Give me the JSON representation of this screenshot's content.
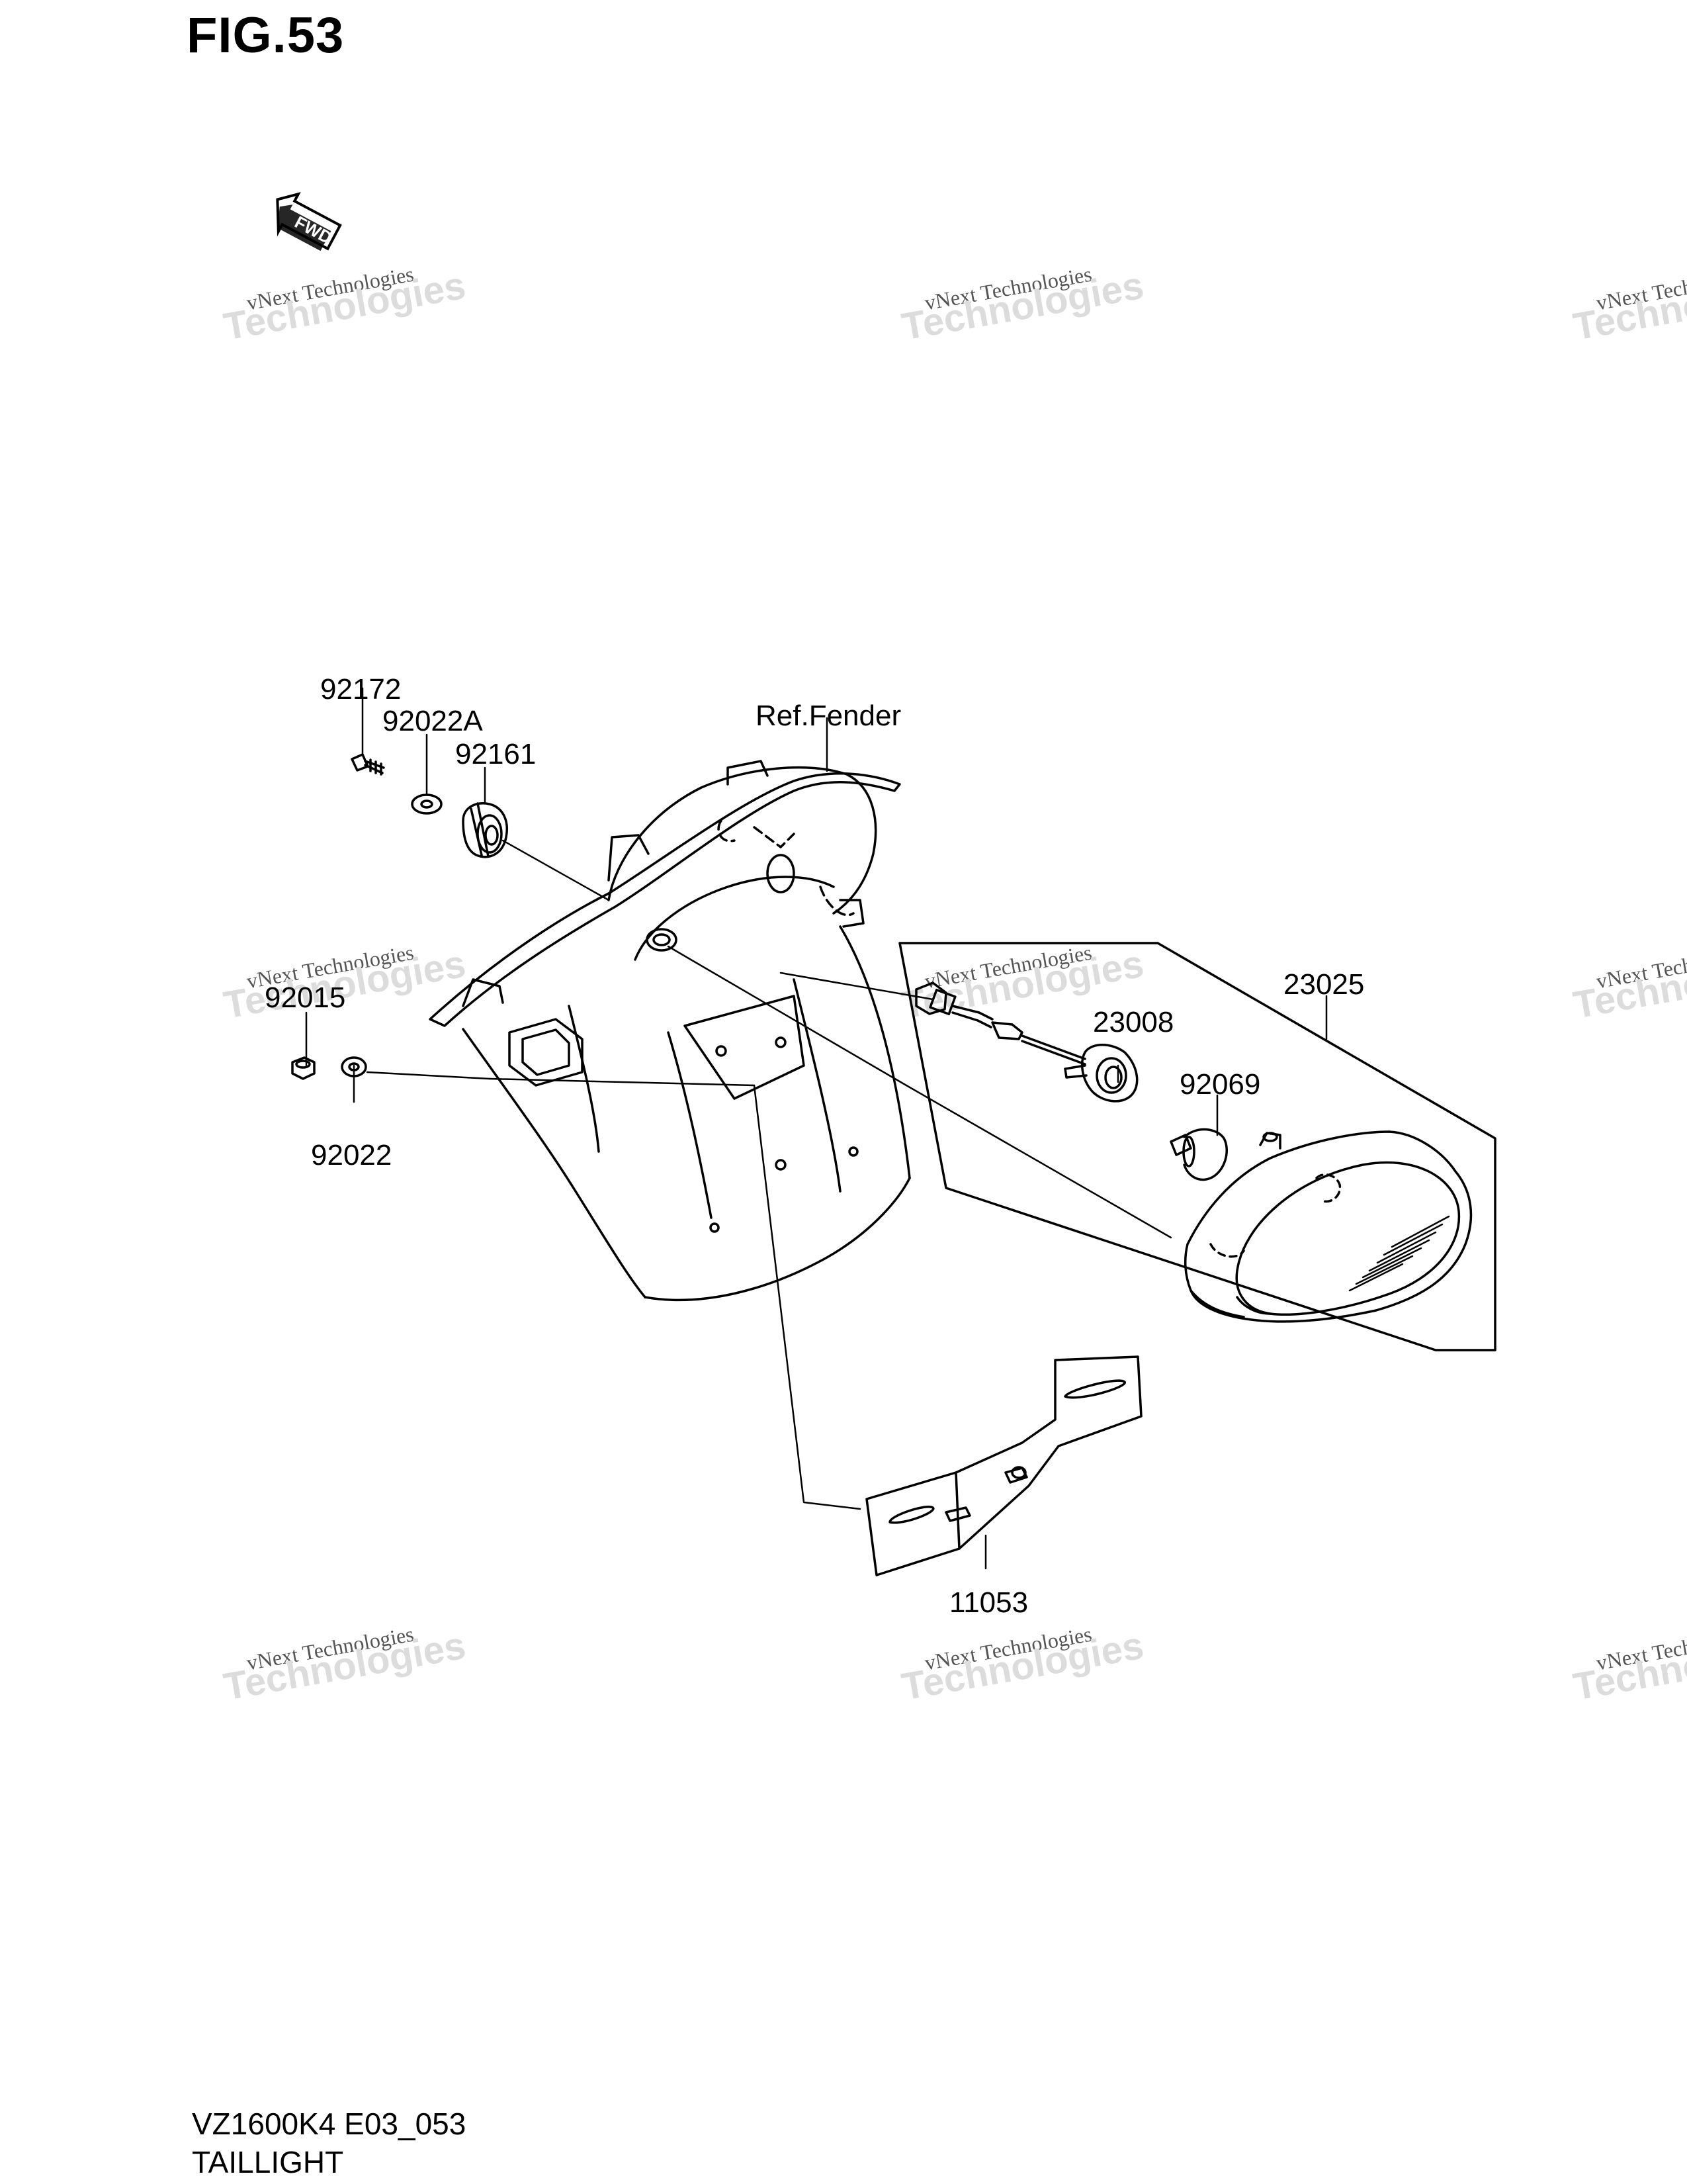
{
  "figure": {
    "title": "FIG.53",
    "code": "VZ1600K4 E03_053",
    "name": "TAILLIGHT"
  },
  "forward_marker": {
    "text": "FWD",
    "icon": "forward-arrow-icon"
  },
  "parts": {
    "p92172": "92172",
    "p92022A": "92022A",
    "p92161": "92161",
    "ref_fender": "Ref.Fender",
    "p92015": "92015",
    "p92022": "92022",
    "p23025": "23025",
    "p23008": "23008",
    "p92069": "92069",
    "p11053": "11053"
  },
  "watermark": {
    "line1": "vNext Technologies",
    "line2": "Technologies"
  }
}
